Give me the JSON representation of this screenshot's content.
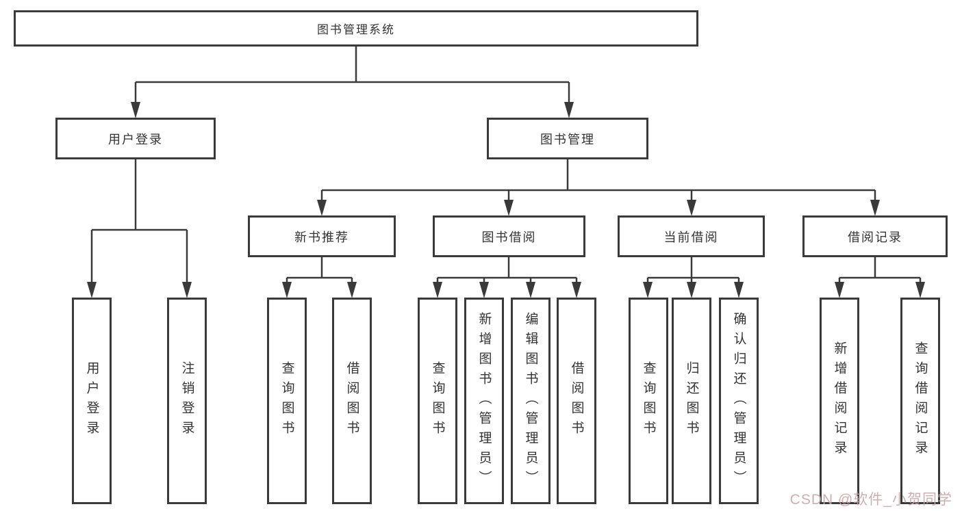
{
  "diagram_title": "图书管理系统",
  "colors": {
    "line": "#3a3a3a",
    "box_border": "#3a3a3a",
    "text": "#333333",
    "watermark": "#c9a6a6",
    "background": "#ffffff"
  },
  "root": {
    "label": "图书管理系统"
  },
  "level2": [
    {
      "id": "user-login",
      "label": "用户登录"
    },
    {
      "id": "book-management",
      "label": "图书管理"
    }
  ],
  "level3": [
    {
      "id": "new-book-recommend",
      "label": "新书推荐"
    },
    {
      "id": "book-borrow",
      "label": "图书借阅"
    },
    {
      "id": "current-borrow",
      "label": "当前借阅"
    },
    {
      "id": "borrow-records",
      "label": "借阅记录"
    }
  ],
  "leaves": {
    "user_login": [
      "用户登录",
      "注销登录"
    ],
    "new_book_recommend": [
      "查询图书",
      "借阅图书"
    ],
    "book_borrow": [
      "查询图书",
      "新增图书（管理员）",
      "编辑图书（管理员）",
      "借阅图书"
    ],
    "current_borrow": [
      "查询图书",
      "归还图书",
      "确认归还（管理员）"
    ],
    "borrow_records": [
      "新增借阅记录",
      "查询借阅记录"
    ]
  },
  "watermark": {
    "text": "CSDN @软件_小贺同学"
  }
}
